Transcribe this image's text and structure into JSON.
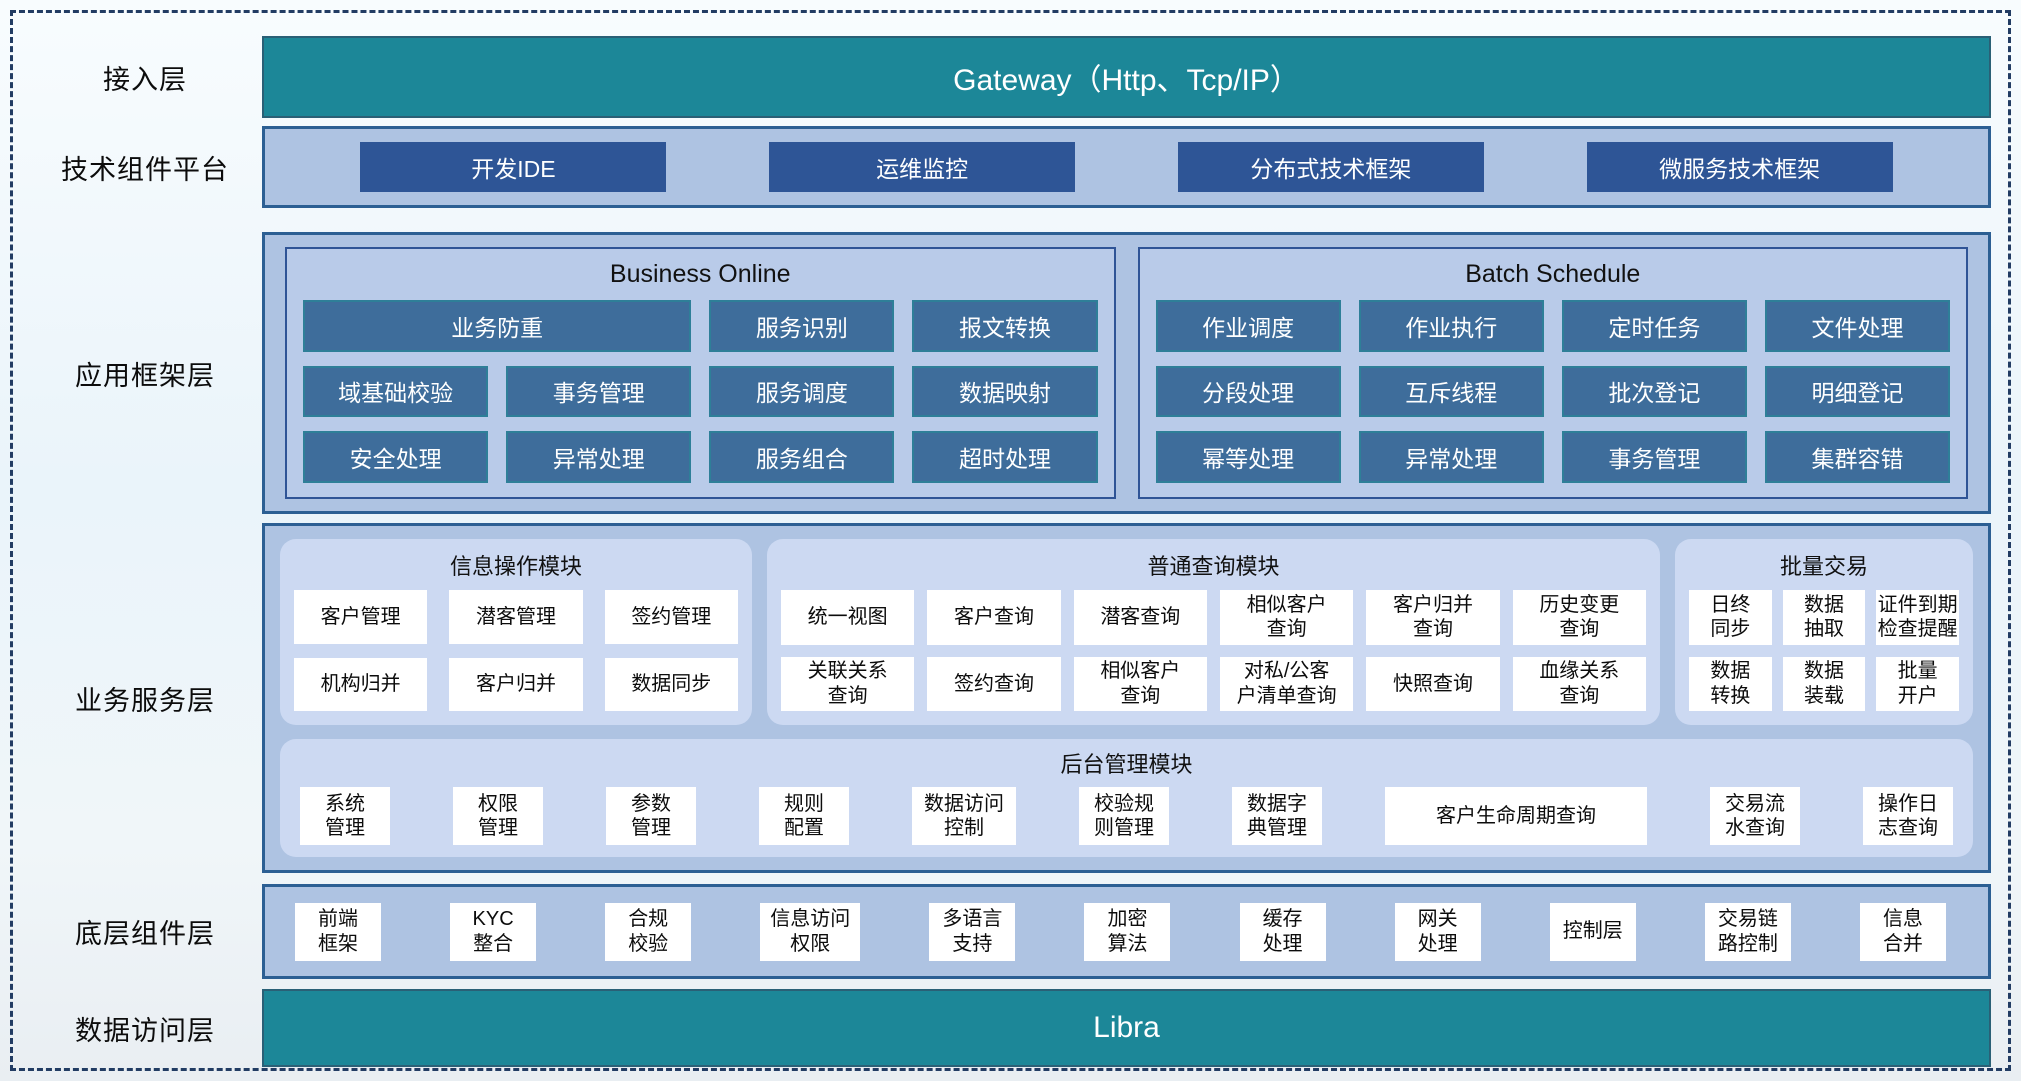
{
  "colors": {
    "teal": "#1c8798",
    "dark_blue": "#2e5596",
    "steel_blue": "#3e6d9b",
    "steel_border": "#2e7f98",
    "layer_fill": "#aec3e2",
    "panel_fill": "#b9cbe9",
    "module_fill": "#ccd9f2",
    "border_navy": "#2f5496"
  },
  "access": {
    "label": "接入层",
    "bar": "Gateway（Http、Tcp/IP）"
  },
  "tech": {
    "label": "技术组件平台",
    "items": [
      "开发IDE",
      "运维监控",
      "分布式技术框架",
      "微服务技术框架"
    ]
  },
  "app": {
    "label": "应用框架层",
    "panels": [
      {
        "title": "Business Online",
        "cells": [
          "业务防重",
          "服务识别",
          "报文转换",
          "域基础校验",
          "事务管理",
          "服务调度",
          "数据映射",
          "安全处理",
          "异常处理",
          "服务组合",
          "超时处理"
        ]
      },
      {
        "title": "Batch Schedule",
        "cells": [
          "作业调度",
          "作业执行",
          "定时任务",
          "文件处理",
          "分段处理",
          "互斥线程",
          "批次登记",
          "明细登记",
          "幂等处理",
          "异常处理",
          "事务管理",
          "集群容错"
        ]
      }
    ]
  },
  "biz": {
    "label": "业务服务层",
    "modules": [
      {
        "title": "信息操作模块",
        "cells": [
          "客户管理",
          "潜客管理",
          "签约管理",
          "机构归并",
          "客户归并",
          "数据同步"
        ]
      },
      {
        "title": "普通查询模块",
        "cells": [
          "统一视图",
          "客户查询",
          "潜客查询",
          "相似客户\n查询",
          "客户归并\n查询",
          "历史变更\n查询",
          "关联关系\n查询",
          "签约查询",
          "相似客户\n查询",
          "对私/公客\n户清单查询",
          "快照查询",
          "血缘关系\n查询"
        ]
      },
      {
        "title": "批量交易",
        "cells": [
          "日终\n同步",
          "数据\n抽取",
          "证件到期\n检查提醒",
          "数据\n转换",
          "数据\n装载",
          "批量\n开户"
        ]
      }
    ],
    "admin": {
      "title": "后台管理模块",
      "items": [
        "系统\n管理",
        "权限\n管理",
        "参数\n管理",
        "规则\n配置",
        "数据访问\n控制",
        "校验规\n则管理",
        "数据字\n典管理",
        "客户生命周期查询",
        "交易流\n水查询",
        "操作日\n志查询"
      ]
    }
  },
  "base": {
    "label": "底层组件层",
    "items": [
      "前端\n框架",
      "KYC\n整合",
      "合规\n校验",
      "信息访问\n权限",
      "多语言\n支持",
      "加密\n算法",
      "缓存\n处理",
      "网关\n处理",
      "控制层",
      "交易链\n路控制",
      "信息\n合并"
    ]
  },
  "data_access": {
    "label": "数据访问层",
    "bar": "Libra"
  }
}
